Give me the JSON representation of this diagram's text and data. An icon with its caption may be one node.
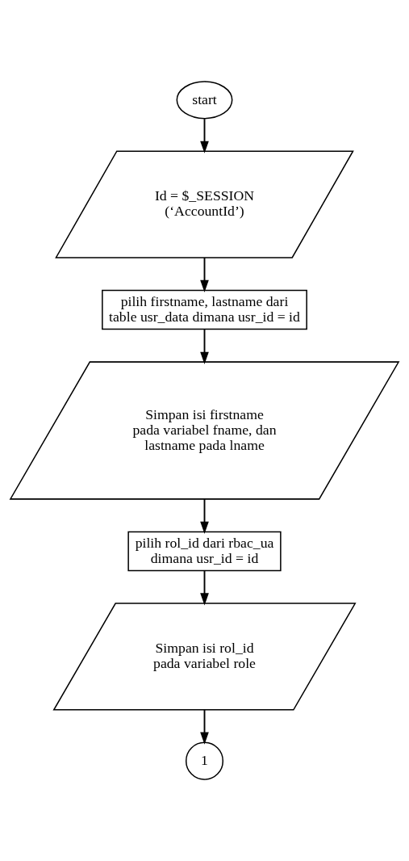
{
  "diagram": {
    "nodes": [
      {
        "text": [
          "start"
        ]
      },
      {
        "text": [
          "Id = $_SESSION (‘AccountId’)"
        ]
      },
      {
        "text": [
          "pilih firstname, lastname dari table usr_data dimana usr_id = id"
        ]
      },
      {
        "text": [
          "Simpan isi firstname pada variabel fname, dan lastname pada lname"
        ]
      },
      {
        "text": [
          "pilih rol_id dari rbac_ua dimana usr_id = id"
        ]
      },
      {
        "text": [
          "Simpan isi rol_id pada variabel role"
        ]
      },
      {
        "text": [
          "1"
        ]
      }
    ],
    "edges": [
      {
        "from": 0,
        "to": 1,
        "arrow": "to"
      },
      {
        "from": 1,
        "to": 2,
        "arrow": "to"
      },
      {
        "from": 2,
        "to": 3,
        "arrow": "to"
      },
      {
        "from": 3,
        "to": 4,
        "arrow": "to"
      },
      {
        "from": 4,
        "to": 5,
        "arrow": "to"
      },
      {
        "from": 5,
        "to": 6,
        "arrow": "to"
      }
    ]
  }
}
